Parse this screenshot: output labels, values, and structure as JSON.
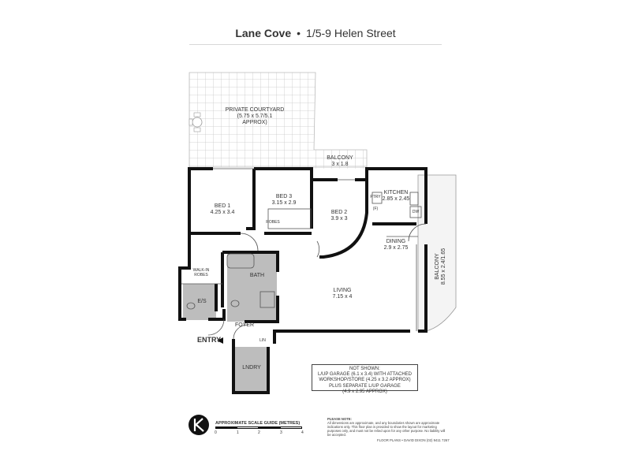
{
  "header": {
    "suburb": "Lane Cove",
    "separator": "•",
    "address": "1/5-9 Helen Street"
  },
  "rooms": {
    "courtyard": {
      "name": "PRIVATE COURTYARD",
      "dims": "(5.75 x 5.7/5.1",
      "approx": "APPROX)"
    },
    "balcony_top": {
      "name": "BALCONY",
      "dims": "3 x 1.8"
    },
    "bed1": {
      "name": "BED 1",
      "dims": "4.25 x 3.4"
    },
    "bed3": {
      "name": "BED 3",
      "dims": "3.15 x 2.9"
    },
    "robes": "ROBES",
    "bed2": {
      "name": "BED 2",
      "dims": "3.9 x 3"
    },
    "kitchen": {
      "name": "KITCHEN",
      "dims": "2.85 x 2.45"
    },
    "pty": "PTRY",
    "dw": "DW",
    "fridge": "(F)",
    "dining": {
      "name": "DINING",
      "dims": "2.9 x 2.75"
    },
    "balcony_side": {
      "name": "BALCONY",
      "dims": "8.55 x 2.4/1.65"
    },
    "walk_in_robes": {
      "line1": "WALK-IN",
      "line2": "ROBES"
    },
    "bath": "BATH",
    "ensuite": "E/S",
    "living": {
      "name": "LIVING",
      "dims": "7.15 x 4"
    },
    "foyer": "FOYER",
    "lin": "LIN",
    "entry": "ENTRY",
    "laundry": "LNDRY"
  },
  "note": {
    "line1": "NOT SHOWN:",
    "line2": "L/UP GARAGE (6.1 x 3.4) WITH ATTACHED",
    "line3": "WORKSHOP/STORE (4.25 x 3.2 APPROX)",
    "line4": "PLUS SEPARATE L/UP GARAGE",
    "line5": "(4.9 x 2.95 APPROX)"
  },
  "scale": {
    "title": "APPROXIMATE SCALE GUIDE (METRES)",
    "ticks": [
      "0",
      "1",
      "2",
      "3",
      "4"
    ]
  },
  "disclaimer": {
    "heading": "PLEASE NOTE:",
    "body": "All dimensions are approximate, and any boundaries shown are approximate indications only. This floor plan is provided to show the layout for marketing purposes only, and must not be relied upon for any other purpose. No liability will be accepted."
  },
  "credit": "FLOOR PLANS • DAVID DIXON (02) 9411 7267",
  "colors": {
    "wall": "#111111",
    "bath_fill": "#bdbdbd",
    "grid": "#c8c8c8",
    "balcony_fill": "#f2f2f2"
  }
}
